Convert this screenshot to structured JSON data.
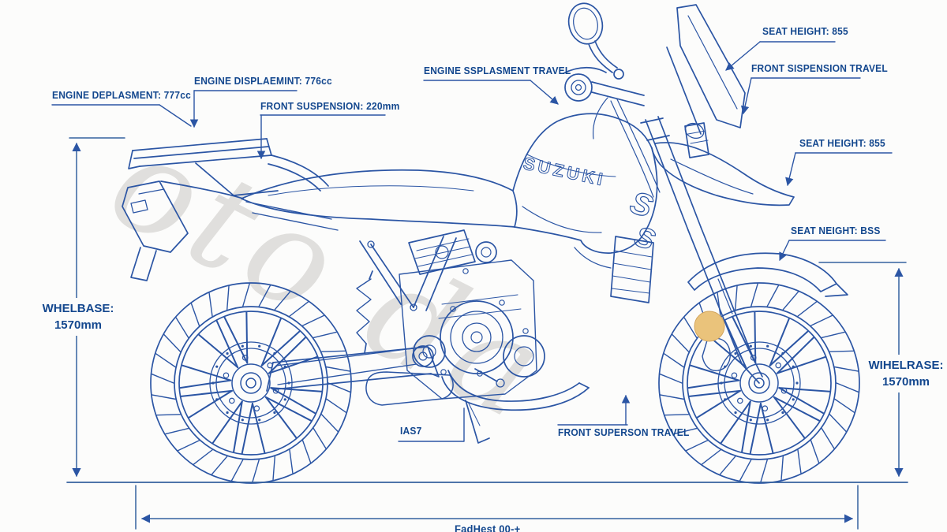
{
  "colors": {
    "line": "#2b55a4",
    "dim_line": "#35619f",
    "label_text": "#13478e",
    "accent_dot_fill": "#eac37b",
    "accent_dot_edge": "#d2a45c",
    "background": "#fcfcfb",
    "watermark": "rgba(186,184,179,0.42)"
  },
  "brand": {
    "tank_text": "SUZUKI",
    "emblem": "S"
  },
  "watermark": {
    "text": "oto da"
  },
  "callouts": {
    "engine_deplasment": "ENGINE DEPLASMENT: 777cc",
    "engine_displaemint": "ENGINE DISPLAEMINT: 776cc",
    "front_suspension_220": "FRONT SUSPENSION: 220mm",
    "engine_ssplasment_travel": "ENGINE SSPLASMENT TRAVEL",
    "seat_height_top": "SEAT HEIGHT: 855",
    "front_sispension_travel": "FRONT SISPENSION TRAVEL",
    "seat_height_right": "SEAT HEIGHT: 855",
    "seat_neight": "SEAT NEIGHT: BSS",
    "ias7": "IAS7",
    "front_superson_travel": "FRONT SUPERSON TRAVEL",
    "bottom_partial": "FadHest 00-+"
  },
  "dimensions": {
    "wheelbase_left": {
      "label": "WHELBASE:",
      "value": "1570mm"
    },
    "wheelbase_right": {
      "label": "WIHELRASE:",
      "value": "1570mm"
    }
  }
}
